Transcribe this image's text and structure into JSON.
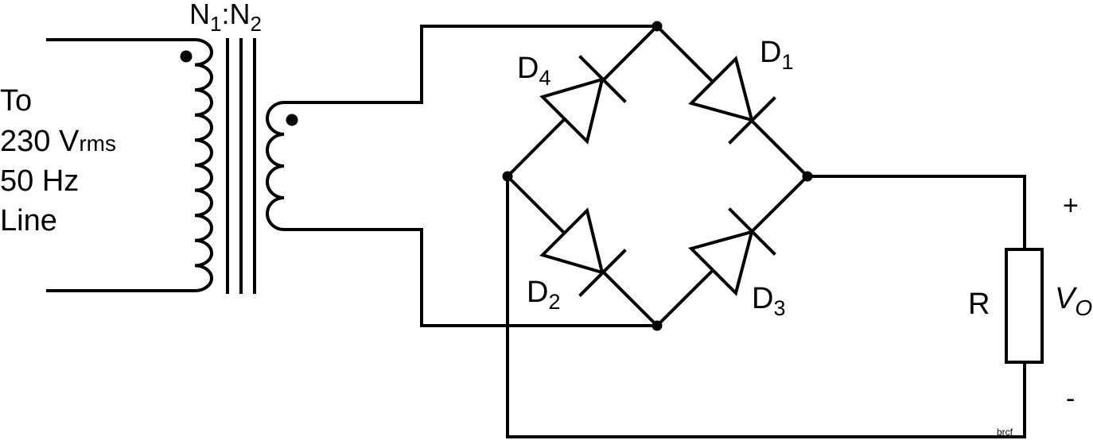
{
  "transformer": {
    "ratio_n1": "N",
    "ratio_n1_sub": "1",
    "ratio_sep": ":",
    "ratio_n2": "N",
    "ratio_n2_sub": "2"
  },
  "source": {
    "line1": "To",
    "line2_prefix": "230 V",
    "line2_sub": "rms",
    "line3": "50 Hz",
    "line4": "Line"
  },
  "diodes": {
    "d1": {
      "letter": "D",
      "sub": "1"
    },
    "d2": {
      "letter": "D",
      "sub": "2"
    },
    "d3": {
      "letter": "D",
      "sub": "3"
    },
    "d4": {
      "letter": "D",
      "sub": "4"
    }
  },
  "load": {
    "resistor_label": "R",
    "output_label": "V",
    "output_sub": "O",
    "plus": "+",
    "minus": "-"
  },
  "credit": "brcf",
  "colors": {
    "ink": "#000000",
    "background": "#ffffff"
  }
}
